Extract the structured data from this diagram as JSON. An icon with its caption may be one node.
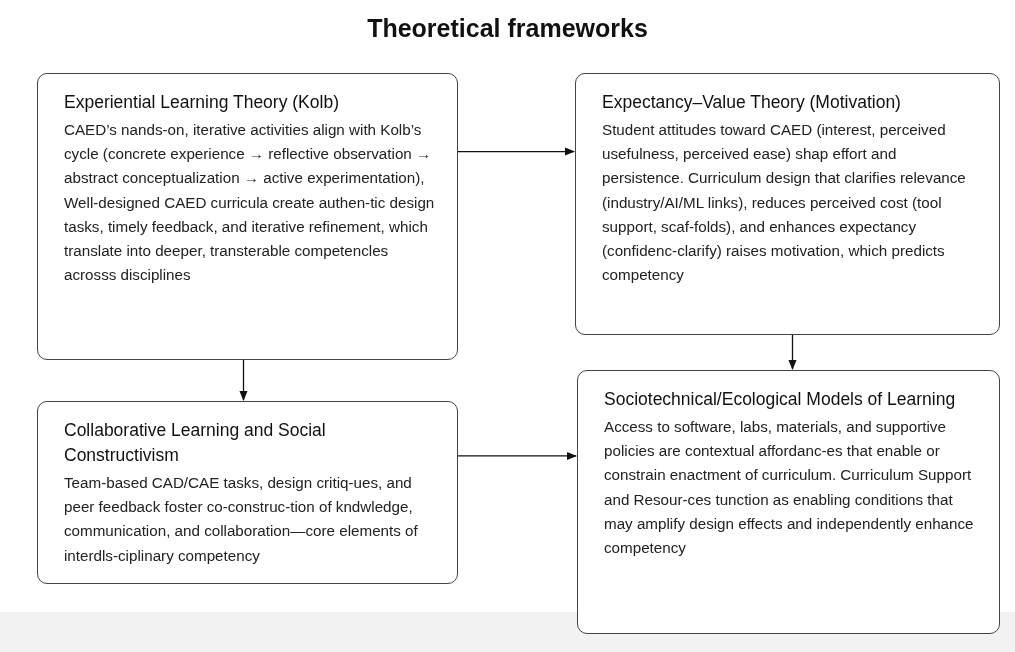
{
  "diagram": {
    "title": "Theoretical frameworks",
    "nodes": [
      {
        "text": [
          "Experiential Learning Theory (Kolb)",
          "CAED’s nands-on, iterative activities align with Kolb’s cycle (concrete experience → reflective observation → abstract conceptualization → active experimentation), Well-designed CAED curricula create authen-tic design tasks, timely feedback, and iterative refinement, which translate into deeper, transterable competencles acrosss disciplines"
        ]
      },
      {
        "text": [
          "Expectancy–Value Theory (Motivation)",
          "Student attitudes toward CAED (interest, perceived usefulness, perceived ease) shap effort and persistence. Curriculum design that clarifies relevance (industry/AI/ML links), reduces perceived cost (tool support, scaf-folds), and enhances expectancy (confidenc-clarify) raises motivation, which predicts competency"
        ]
      },
      {
        "text": [
          "Collaborative Learning and Social Constructivism",
          "Team-based CAD/CAE tasks, design critiq-ues, and peer feedback foster co-construc-tion of kndwledge, communication, and collaboration—core elements of interdls-ciplinary competency"
        ]
      },
      {
        "text": [
          "Sociotechnical/Ecological Models of Learning",
          "Access to software, labs, materials, and supportive policies are contextual affordanc-es that enable or constrain enactment of curriculum. Curriculum Support and Resour-ces tunction as enabling conditions that may amplify design effects and independently enhance competency"
        ]
      }
    ],
    "edges": [
      {
        "from": 0,
        "to": 1,
        "arrow": "to"
      },
      {
        "from": 0,
        "to": 2,
        "arrow": "to"
      },
      {
        "from": 1,
        "to": 3,
        "arrow": "to"
      },
      {
        "from": 2,
        "to": 3,
        "arrow": "to"
      }
    ]
  }
}
